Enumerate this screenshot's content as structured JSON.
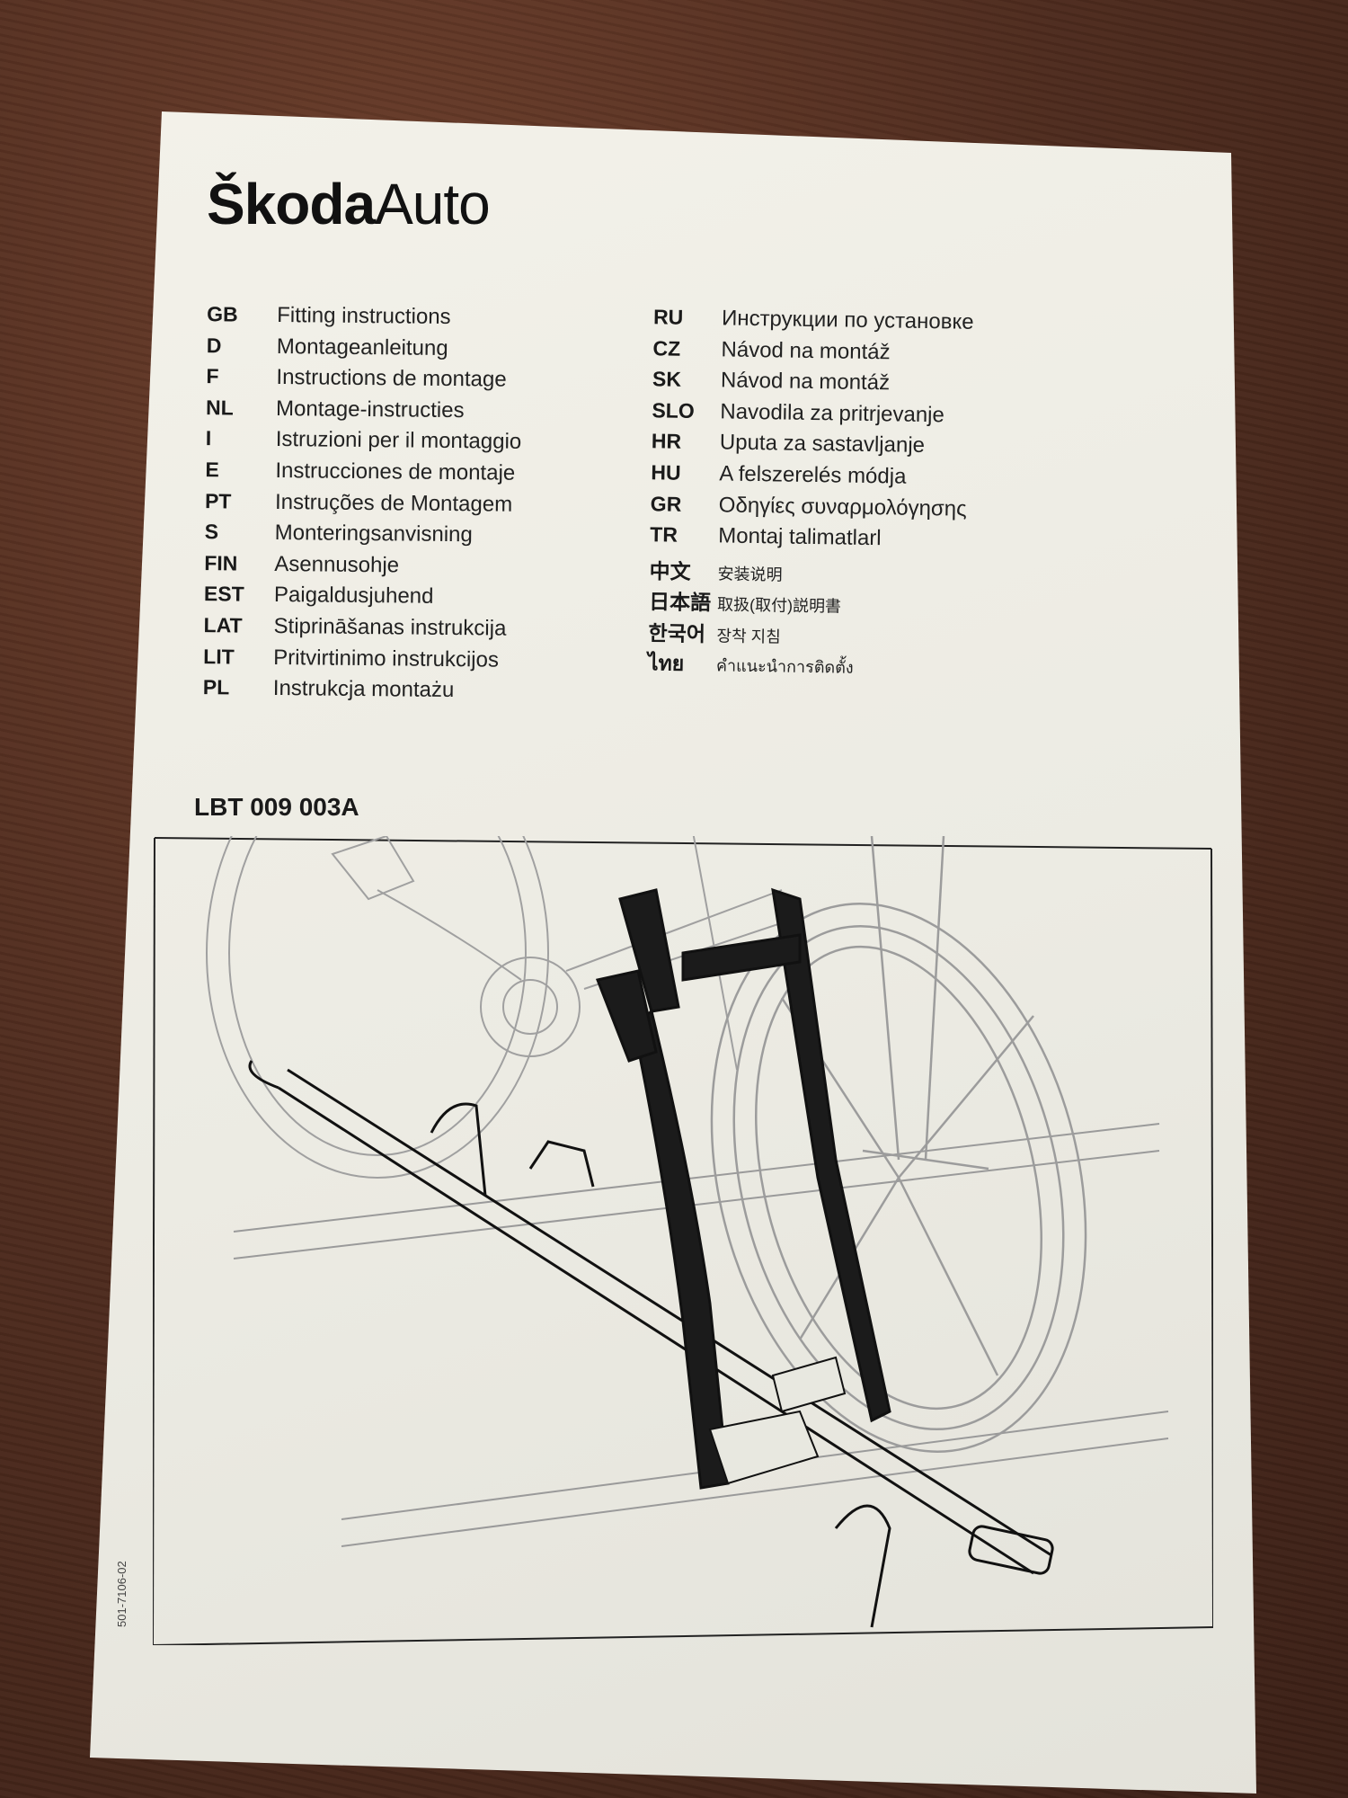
{
  "brand": {
    "bold": "Škoda",
    "regular": "Auto"
  },
  "languages_left": [
    {
      "code": "GB",
      "name": "Fitting instructions"
    },
    {
      "code": "D",
      "name": "Montageanleitung"
    },
    {
      "code": "F",
      "name": "Instructions de montage"
    },
    {
      "code": "NL",
      "name": "Montage-instructies"
    },
    {
      "code": "I",
      "name": "Istruzioni per il montaggio"
    },
    {
      "code": "E",
      "name": "Instrucciones de montaje"
    },
    {
      "code": "PT",
      "name": "Instruções de Montagem"
    },
    {
      "code": "S",
      "name": "Monteringsanvisning"
    },
    {
      "code": "FIN",
      "name": "Asennusohje"
    },
    {
      "code": "EST",
      "name": "Paigaldusjuhend"
    },
    {
      "code": "LAT",
      "name": "Stiprināšanas instrukcija"
    },
    {
      "code": "LIT",
      "name": "Pritvirtinimo instrukcijos"
    },
    {
      "code": "PL",
      "name": "Instrukcja montażu"
    }
  ],
  "languages_right": [
    {
      "code": "RU",
      "name": "Инструкции по установке"
    },
    {
      "code": "CZ",
      "name": "Návod na montáž"
    },
    {
      "code": "SK",
      "name": "Návod na montáž"
    },
    {
      "code": "SLO",
      "name": "Navodila za pritrjevanje"
    },
    {
      "code": "HR",
      "name": "Uputa za sastavljanje"
    },
    {
      "code": "HU",
      "name": "A felszerelés módja"
    },
    {
      "code": "GR",
      "name": "Οδηγίες συναρμολόγησης"
    },
    {
      "code": "TR",
      "name": "Montaj talimatlarl"
    },
    {
      "code": "中文",
      "name": "安装说明"
    },
    {
      "code": "日本語",
      "name": "取扱(取付)説明書"
    },
    {
      "code": "한국어",
      "name": "장착 지침"
    },
    {
      "code": "ไทย",
      "name": "คำแนะนำการติดตั้ง"
    }
  ],
  "part_number": "LBT 009 003A",
  "side_code": "501-7106-02",
  "colors": {
    "paper": "#efeee6",
    "ink": "#1a1a1a",
    "table": "#4e2b1e"
  }
}
